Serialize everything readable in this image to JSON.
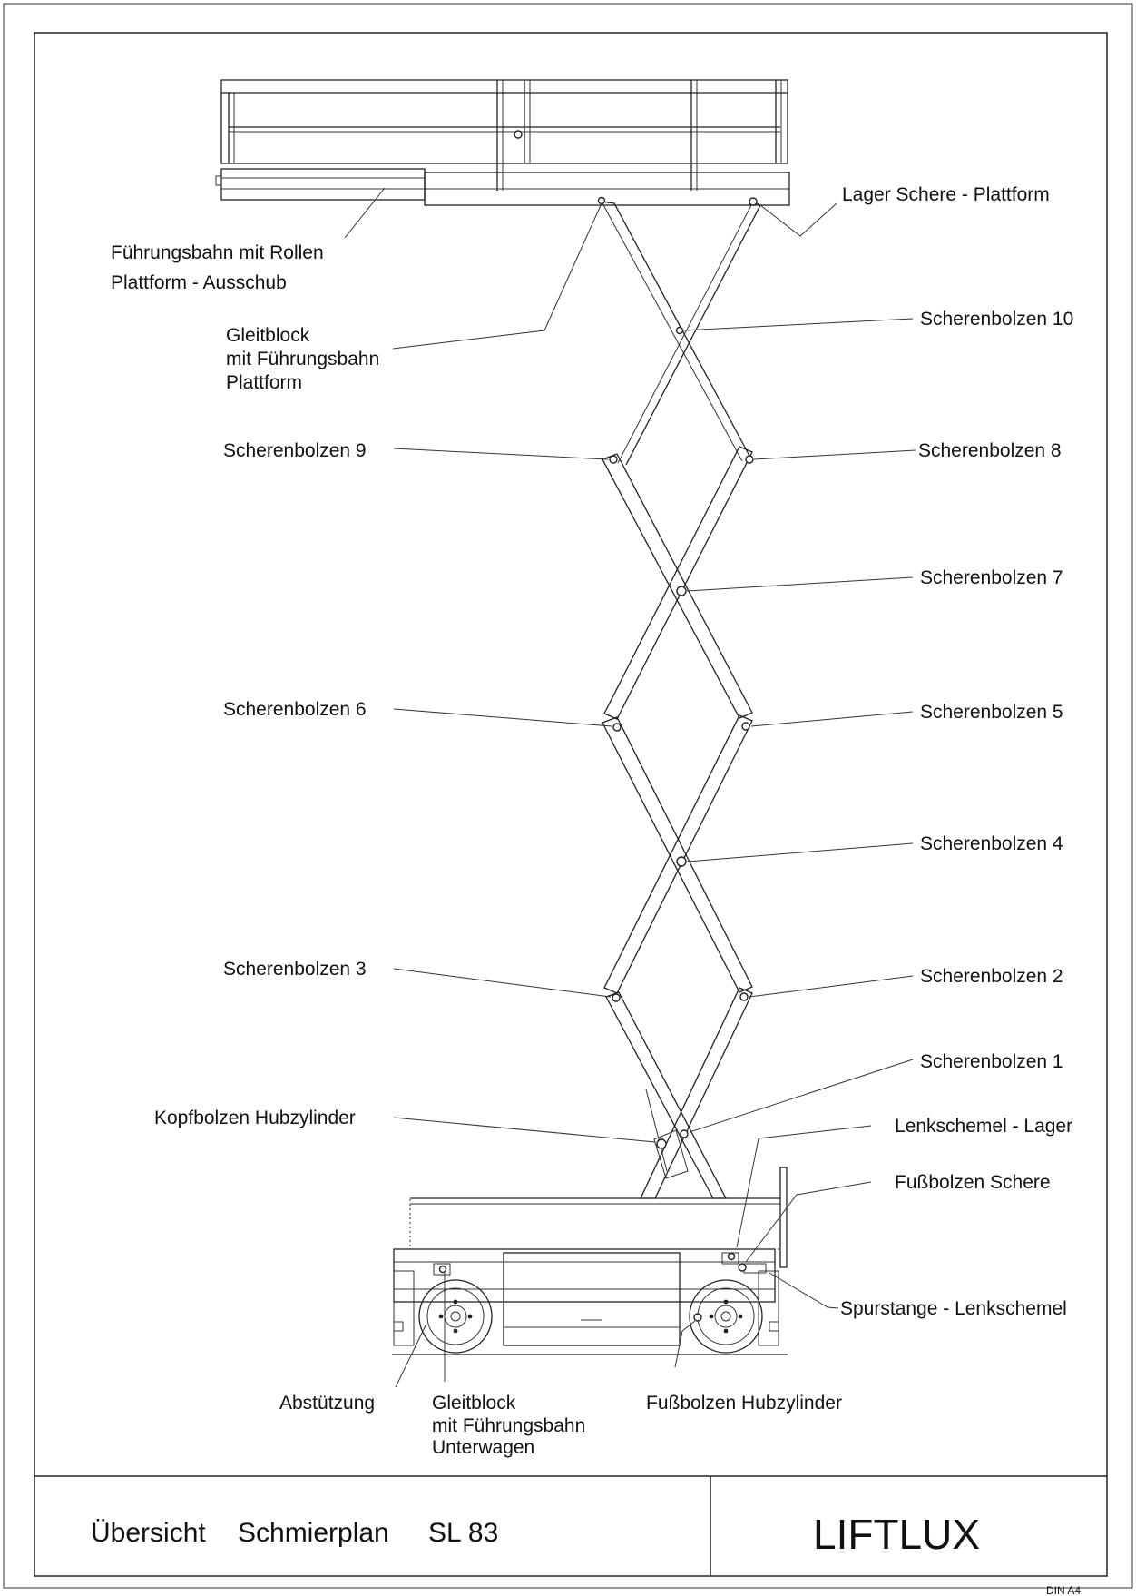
{
  "labels": {
    "lager_schere_plattform": "Lager Schere - Plattform",
    "fuehrungsbahn_1": "Führungsbahn mit Rollen",
    "fuehrungsbahn_2": "Plattform - Ausschub",
    "gleitblock_oben_1": "Gleitblock",
    "gleitblock_oben_2": "mit Führungsbahn",
    "gleitblock_oben_3": "Plattform",
    "bolzen_10": "Scherenbolzen 10",
    "bolzen_9": "Scherenbolzen 9",
    "bolzen_8": "Scherenbolzen 8",
    "bolzen_7": "Scherenbolzen 7",
    "bolzen_6": "Scherenbolzen 6",
    "bolzen_5": "Scherenbolzen 5",
    "bolzen_4": "Scherenbolzen 4",
    "bolzen_3": "Scherenbolzen 3",
    "bolzen_2": "Scherenbolzen 2",
    "bolzen_1": "Scherenbolzen 1",
    "kopfbolzen": "Kopfbolzen Hubzylinder",
    "lenkschemel_lager": "Lenkschemel - Lager",
    "fussbolzen_schere": "Fußbolzen Schere",
    "spurstange": "Spurstange - Lenkschemel",
    "abstuetzung": "Abstützung",
    "gleitblock_unten_1": "Gleitblock",
    "gleitblock_unten_2": "mit Führungsbahn",
    "gleitblock_unten_3": "Unterwagen",
    "fussbolzen_hubzylinder": "Fußbolzen Hubzylinder"
  },
  "title_block": {
    "title_part1": "Übersicht",
    "title_part2": "Schmierplan",
    "title_part3": "SL 83",
    "brand": "LIFTLUX"
  },
  "paper_format": "DIN A4"
}
